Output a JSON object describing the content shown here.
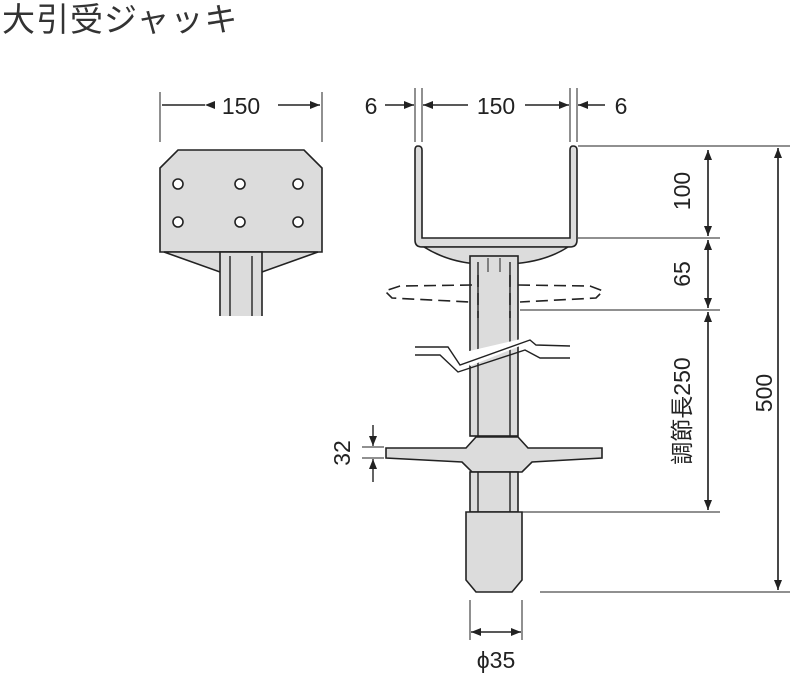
{
  "title": "大引受ジャッキ",
  "dimensions": {
    "top_width_left": "150",
    "side_gap_left": "6",
    "top_width_right": "150",
    "side_gap_right": "6",
    "head_height": "100",
    "neck_height": "65",
    "adjust_length": "調節長250",
    "total_height": "500",
    "nut_thickness": "32",
    "shaft_diameter": "ϕ35"
  }
}
